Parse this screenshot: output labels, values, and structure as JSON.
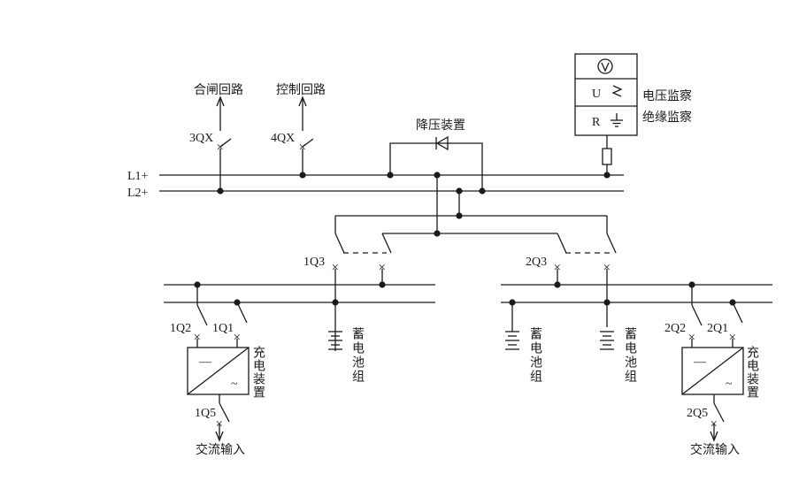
{
  "labels": {
    "closing_circuit": "合闸回路",
    "control_circuit": "控制回路",
    "step_down_device": "降压装置",
    "voltage_monitor": "电压监察",
    "insulation_monitor": "绝缘监察",
    "bus_l1": "L1+",
    "bus_l2": "L2+",
    "switch_3qx": "3QX",
    "switch_4qx": "4QX",
    "switch_1q1": "1Q1",
    "switch_1q2": "1Q2",
    "switch_1q3": "1Q3",
    "switch_1q5": "1Q5",
    "switch_2q1": "2Q1",
    "switch_2q2": "2Q2",
    "switch_2q3": "2Q3",
    "switch_2q5": "2Q5",
    "battery_group": "蓄电池组",
    "charging_device": "充电装置",
    "ac_input": "交流输入"
  },
  "monitor_box": {
    "u_label": "U",
    "r_label": "R"
  }
}
